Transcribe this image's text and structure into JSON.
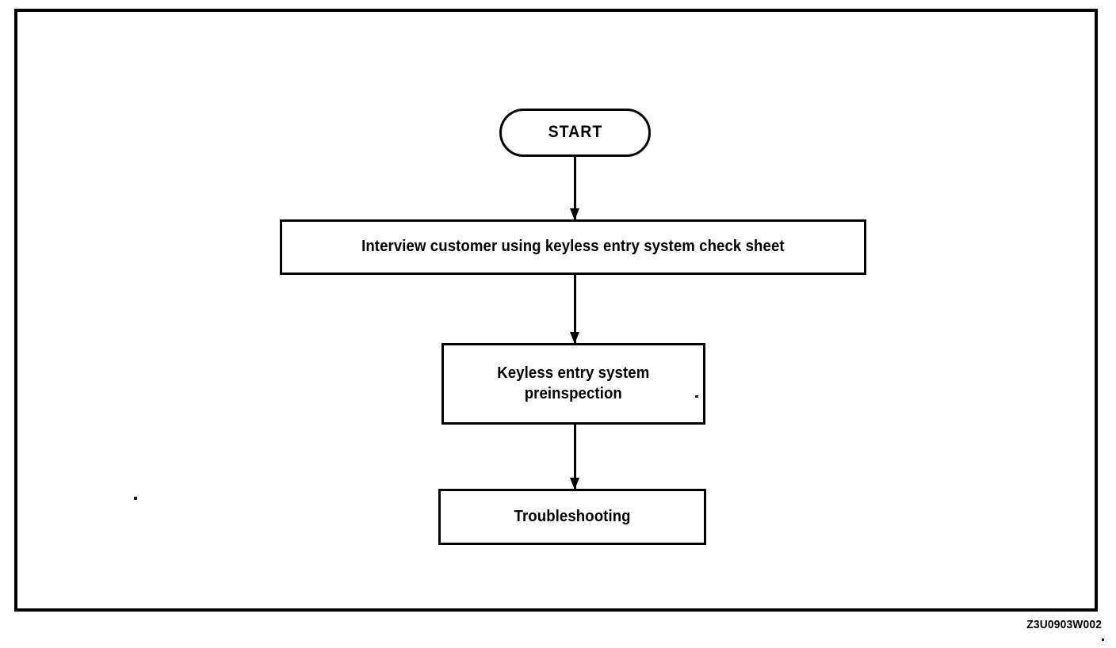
{
  "figure": {
    "reference_code": "Z3U0903W002",
    "border_color": "#000000",
    "background_color": "#ffffff",
    "line_color": "#000000"
  },
  "flowchart": {
    "type": "flowchart",
    "orientation": "top-to-bottom",
    "nodes": [
      {
        "id": "start",
        "shape": "terminator",
        "label": "START"
      },
      {
        "id": "interview",
        "shape": "process",
        "label": "Interview customer using keyless entry system check sheet"
      },
      {
        "id": "preinspection",
        "shape": "process",
        "label": "Keyless entry system\npreinspection"
      },
      {
        "id": "troubleshooting",
        "shape": "process",
        "label": "Troubleshooting"
      }
    ],
    "edges": [
      {
        "id": "edge-start-interview",
        "from": "start",
        "to": "interview",
        "style": "arrow-down"
      },
      {
        "id": "edge-interview-preinspection",
        "from": "interview",
        "to": "preinspection",
        "style": "arrow-down"
      },
      {
        "id": "edge-preinspection-troubleshooting",
        "from": "preinspection",
        "to": "troubleshooting",
        "style": "arrow-down"
      }
    ]
  }
}
